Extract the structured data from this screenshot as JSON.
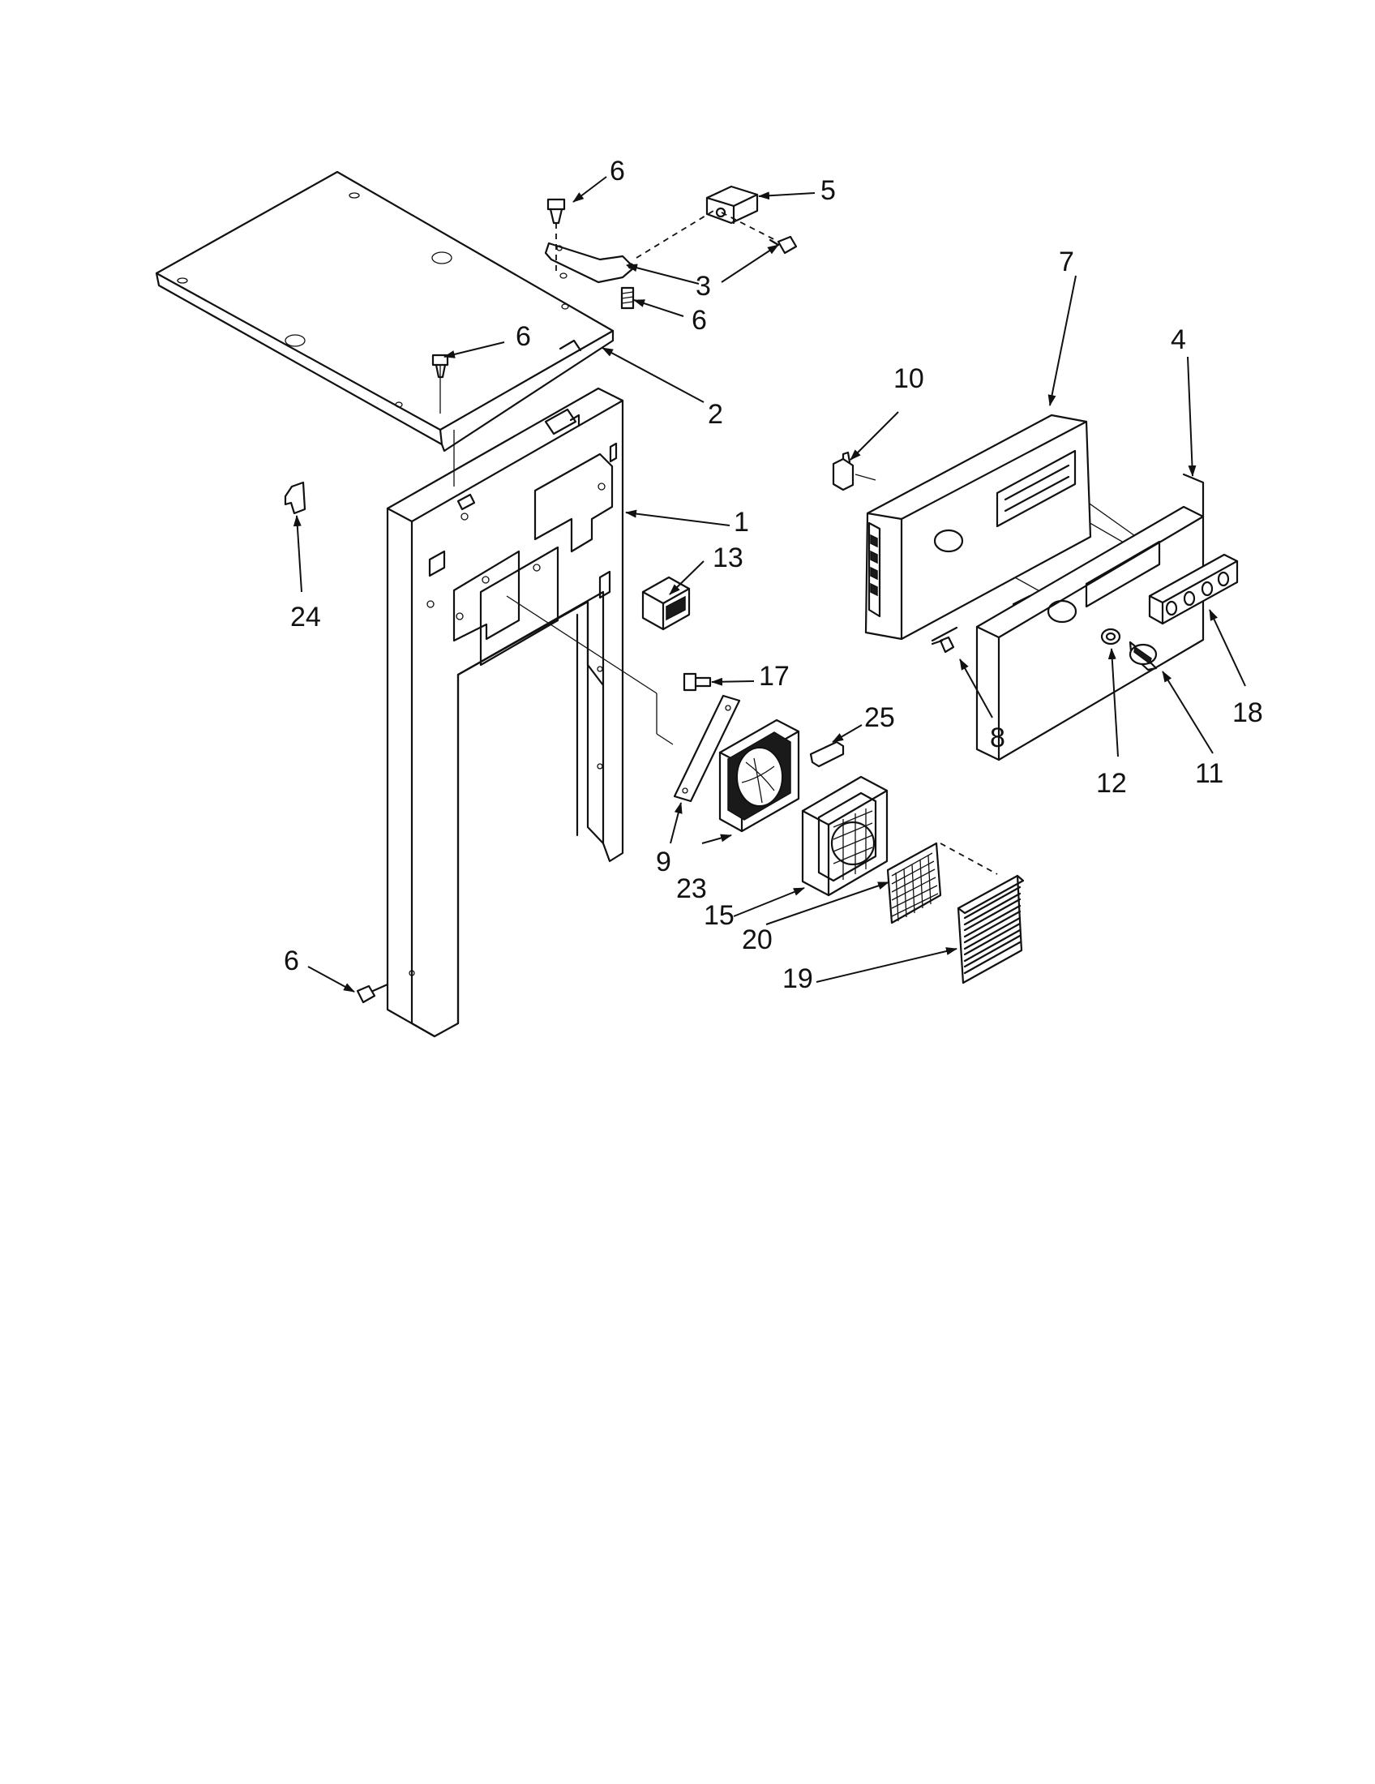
{
  "callouts": [
    {
      "id": "c1",
      "text": "1"
    },
    {
      "id": "c2",
      "text": "2"
    },
    {
      "id": "c3",
      "text": "3"
    },
    {
      "id": "c4",
      "text": "4"
    },
    {
      "id": "c5",
      "text": "5"
    },
    {
      "id": "c6a",
      "text": "6"
    },
    {
      "id": "c6b",
      "text": "6"
    },
    {
      "id": "c6c",
      "text": "6"
    },
    {
      "id": "c6d",
      "text": "6"
    },
    {
      "id": "c7",
      "text": "7"
    },
    {
      "id": "c8",
      "text": "8"
    },
    {
      "id": "c9",
      "text": "9"
    },
    {
      "id": "c10",
      "text": "10"
    },
    {
      "id": "c11",
      "text": "11"
    },
    {
      "id": "c12",
      "text": "12"
    },
    {
      "id": "c13",
      "text": "13"
    },
    {
      "id": "c15",
      "text": "15"
    },
    {
      "id": "c17",
      "text": "17"
    },
    {
      "id": "c18",
      "text": "18"
    },
    {
      "id": "c19",
      "text": "19"
    },
    {
      "id": "c20",
      "text": "20"
    },
    {
      "id": "c23",
      "text": "23"
    },
    {
      "id": "c24",
      "text": "24"
    },
    {
      "id": "c25",
      "text": "25"
    }
  ]
}
